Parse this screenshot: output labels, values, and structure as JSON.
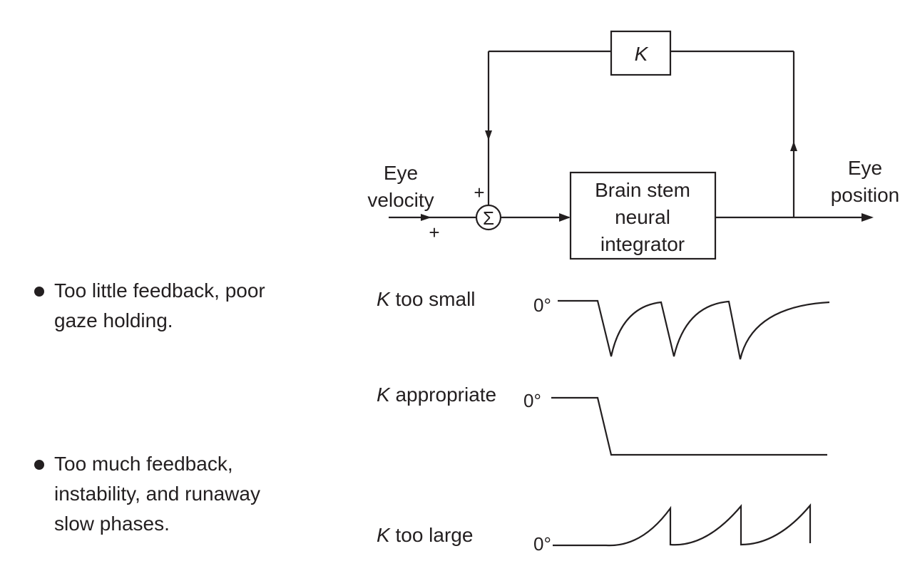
{
  "diagram": {
    "feedback_block": {
      "label": "K"
    },
    "integrator_block": {
      "lines": [
        "Brain stem",
        "neural",
        "integrator"
      ]
    },
    "summing_junction": {
      "symbol": "Σ",
      "signs": [
        "+",
        "+"
      ]
    },
    "input_label": [
      "Eye",
      "velocity"
    ],
    "output_label": [
      "Eye",
      "position"
    ]
  },
  "bullets": [
    {
      "lines": [
        "Too little feedback, poor",
        "gaze holding."
      ]
    },
    {
      "lines": [
        "Too much feedback,",
        "instability, and runaway",
        "slow phases."
      ]
    }
  ],
  "traces": [
    {
      "k_symbol": "K",
      "label": " too small",
      "zero_label": "0°",
      "behavior": "drift back toward baseline (decaying), repeated 3 cycles"
    },
    {
      "k_symbol": "K",
      "label": " appropriate",
      "zero_label": "0°",
      "behavior": "step to new steady position, held"
    },
    {
      "k_symbol": "K",
      "label": " too large",
      "zero_label": "0°",
      "behavior": "runaway exponential drift, repeated 3 cycles"
    }
  ]
}
